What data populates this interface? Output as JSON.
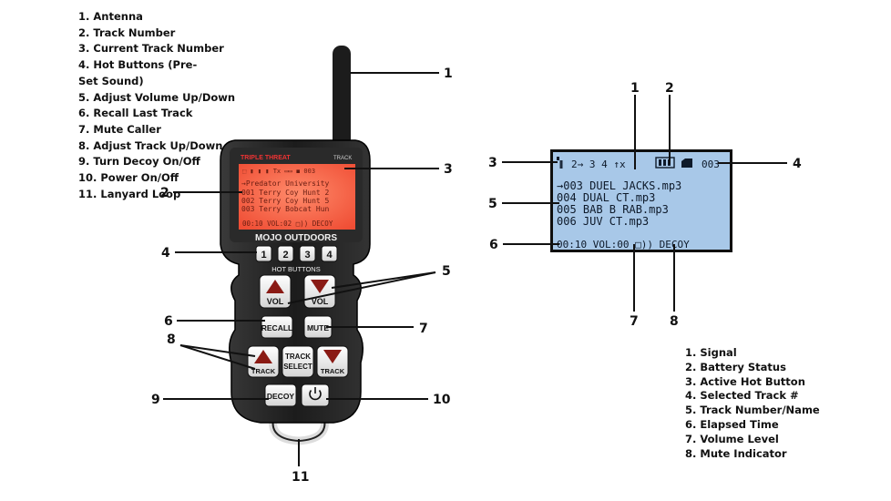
{
  "legend_left": [
    "1. Antenna",
    "2. Track Number",
    "3. Current Track Number",
    "4. Hot Buttons (Pre-Set Sound)",
    "5. Adjust Volume Up/Down",
    "6. Recall Last Track",
    "7. Mute Caller",
    "8. Adjust Track Up/Down",
    "9. Turn Decoy On/Off",
    "10. Power On/Off",
    "11. Lanyard Loop"
  ],
  "legend_right": [
    "1. Signal",
    "2. Battery Status",
    "3. Active Hot Button",
    "4. Selected Track #",
    "5. Track Number/Name",
    "6. Elapsed Time",
    "7. Volume Level",
    "8. Mute Indicator"
  ],
  "remote": {
    "brand_top": "TRIPLE THREAT",
    "track_tag": "TRACK",
    "screen_lines": [
      "→Predator University",
      " 001 Terry Coy Hunt 2",
      " 002 Terry Coy Hunt 5",
      " 003 Terry Bobcat Hun"
    ],
    "screen_status": "00:10 VOL:02 □)) DECOY",
    "brand": "MOJO OUTDOORS",
    "hot_buttons": [
      "1",
      "2",
      "3",
      "4"
    ],
    "hot_label": "HOT BUTTONS",
    "vol_label": "VOL",
    "recall_label": "RECALL",
    "mute_label": "MUTE",
    "track_label": "TRACK",
    "track_select_line1": "TRACK",
    "track_select_line2": "SELECT",
    "decoy_label": "DECOY"
  },
  "remote_callouts": [
    "1",
    "2",
    "3",
    "4",
    "5",
    "6",
    "7",
    "8",
    "9",
    "10",
    "11"
  ],
  "lcd": {
    "top_icons": "2→ 3  4  ↑x",
    "track_num": "003",
    "lines": [
      "→003 DUEL JACKS.mp3",
      " 004 DUAL CT.mp3",
      " 005 BAB B RAB.mp3",
      " 006 JUV CT.mp3"
    ],
    "status": "00:10 VOL:00 □)) DECOY",
    "bg_color": "#a8c8e8"
  },
  "lcd_callouts": [
    "1",
    "2",
    "3",
    "4",
    "5",
    "6",
    "7",
    "8"
  ],
  "colors": {
    "remote_body": "#1e1e1e",
    "screen_red": "#ff6a4f",
    "lcd_blue": "#a8c8e8",
    "button_red": "#8a1a14"
  }
}
